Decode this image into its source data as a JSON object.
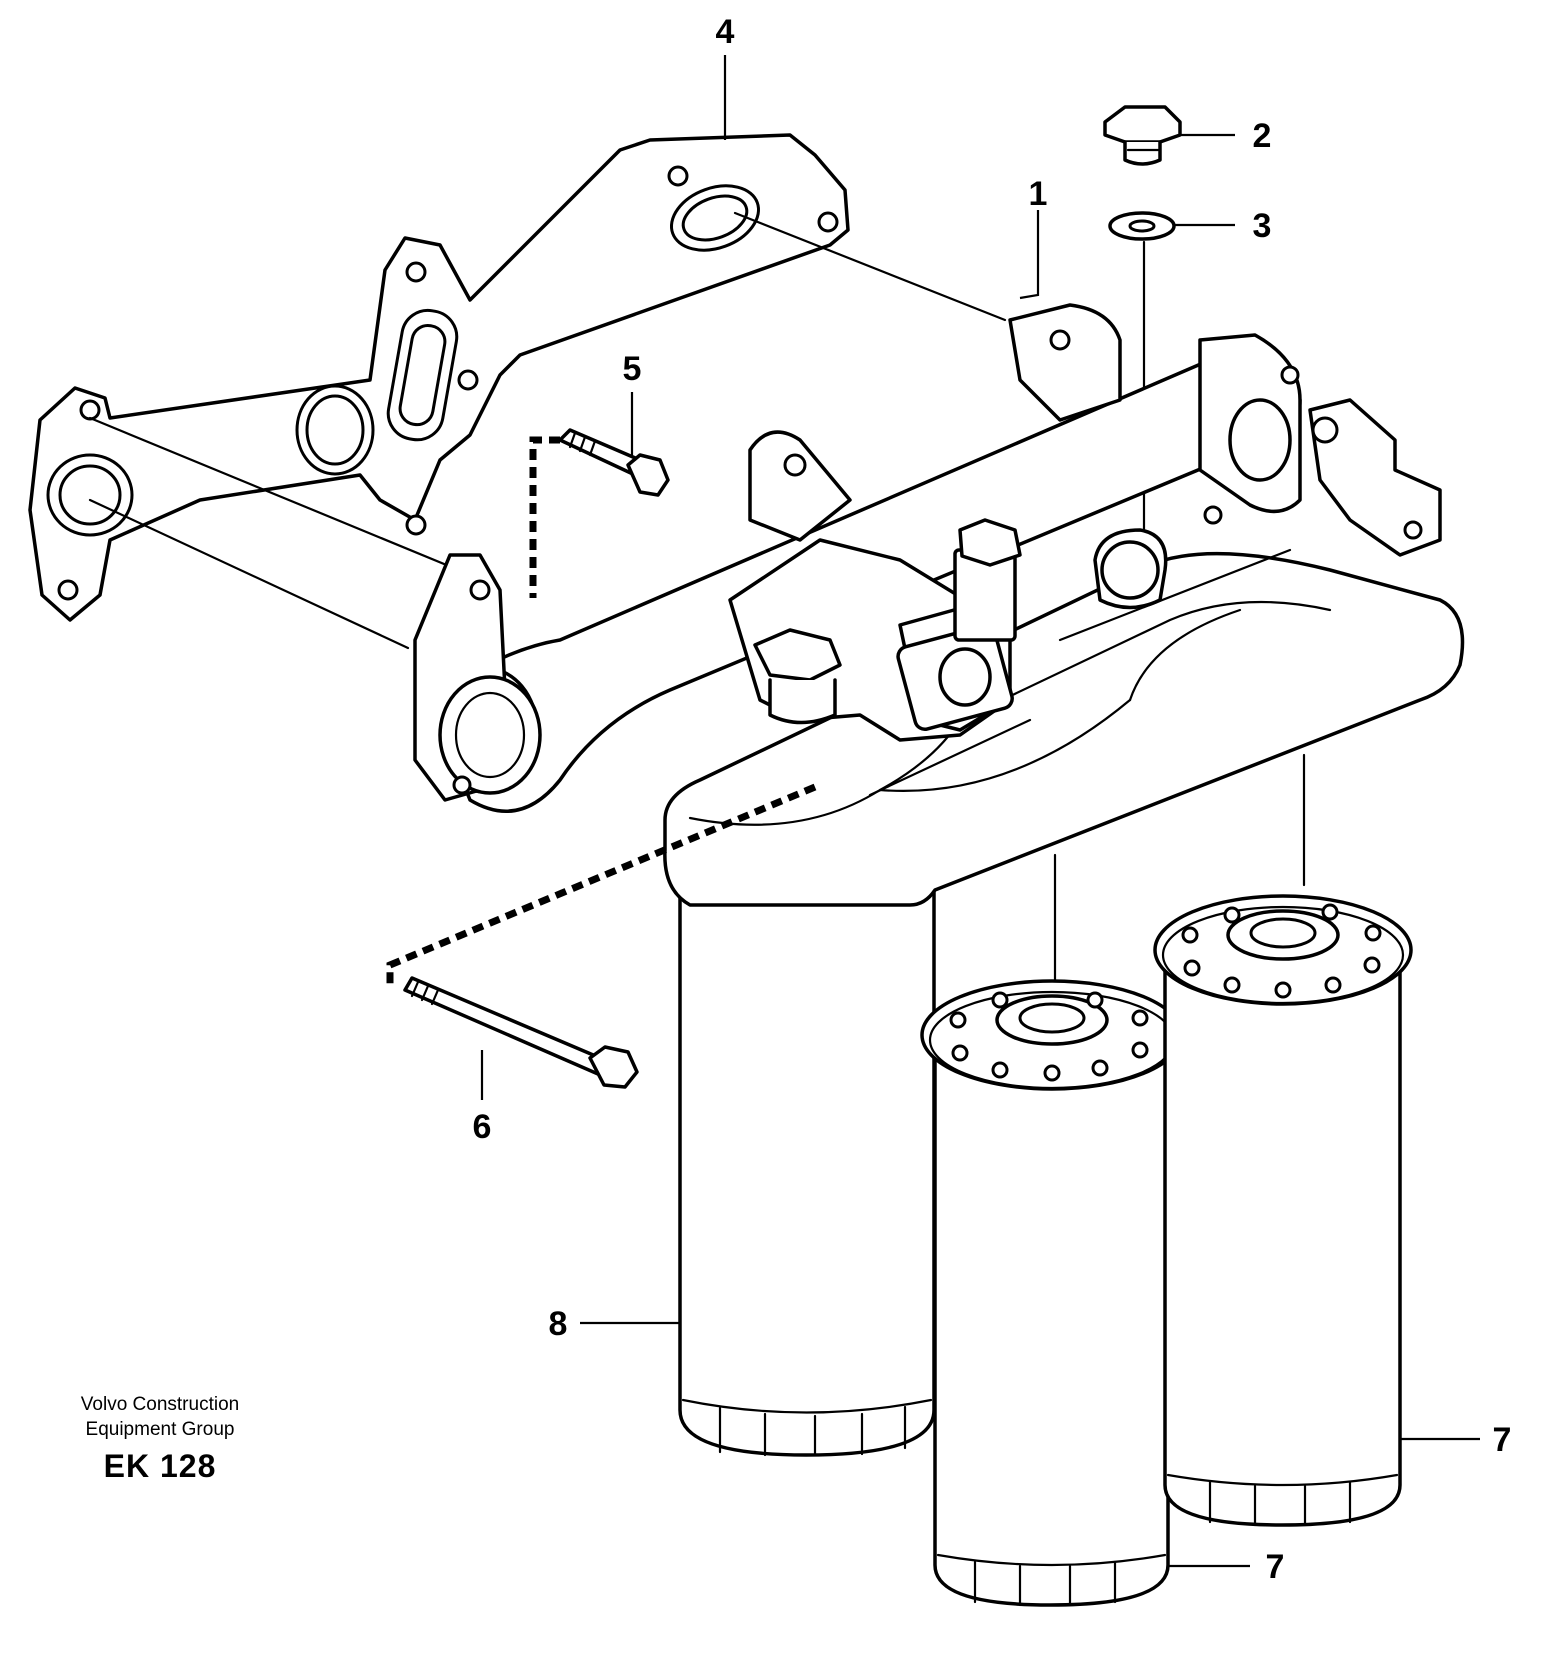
{
  "callouts": {
    "c1": "1",
    "c2": "2",
    "c3": "3",
    "c4": "4",
    "c5": "5",
    "c6": "6",
    "c7a": "7",
    "c7b": "7",
    "c8": "8"
  },
  "caption": {
    "line1": "Volvo Construction",
    "line2": "Equipment Group",
    "code": "EK 128"
  }
}
